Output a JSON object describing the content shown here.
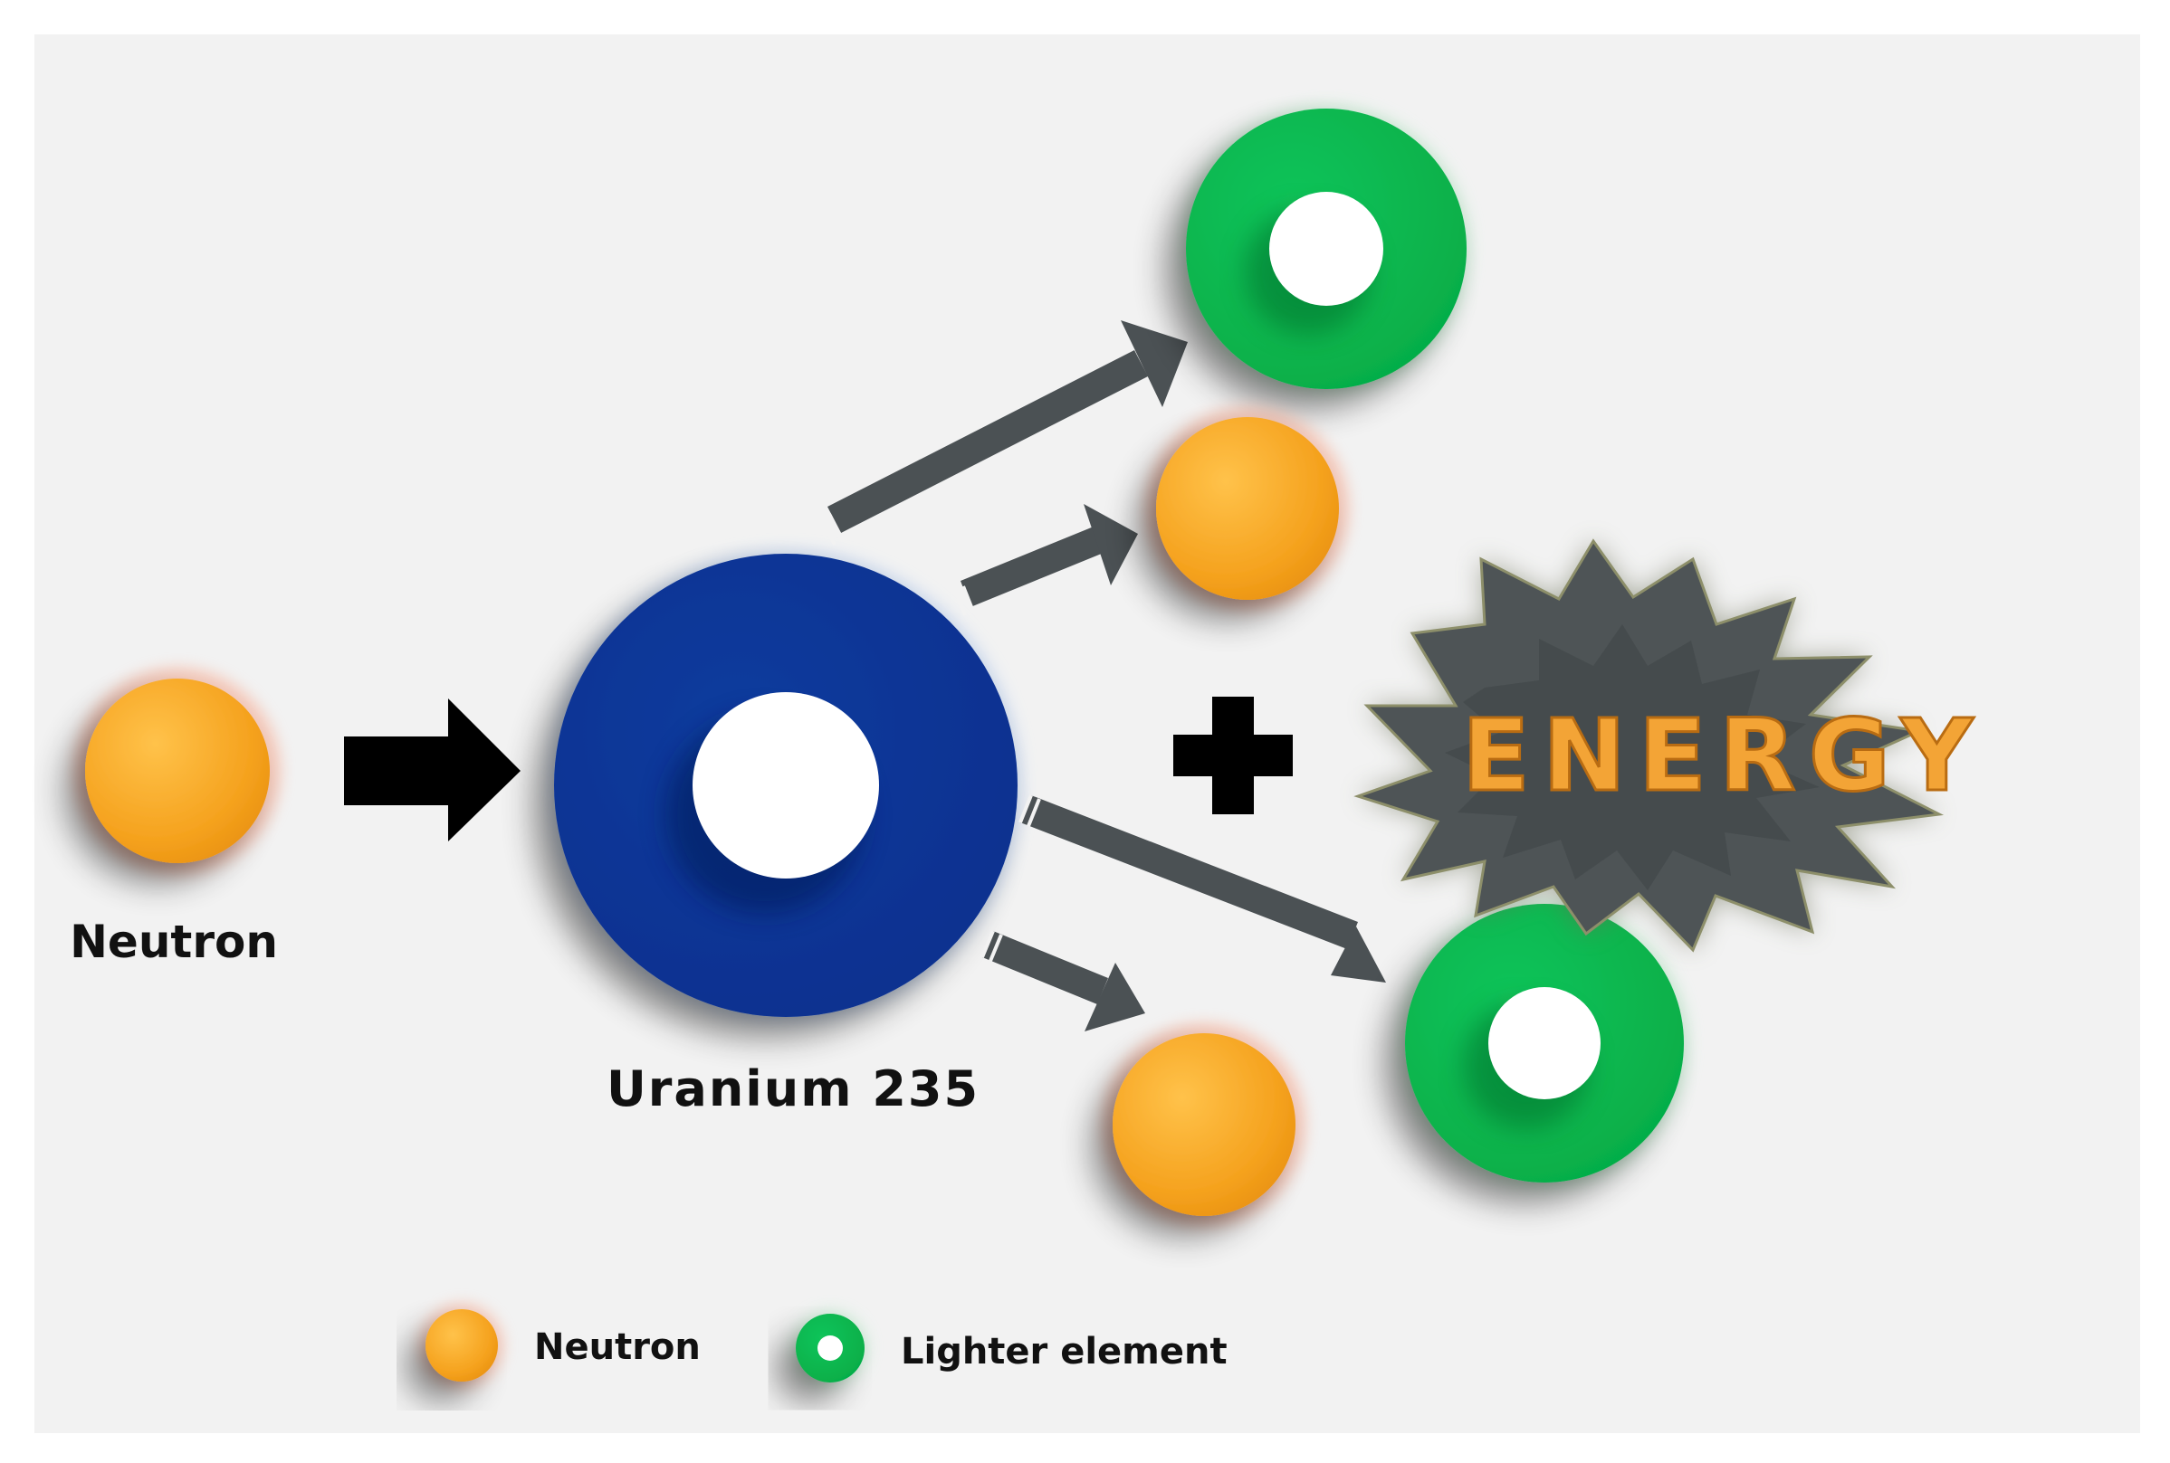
{
  "labels": {
    "neutron": "Neutron",
    "uranium": "Uranium 235",
    "energy": "ENERGY"
  },
  "legend": {
    "neutron": "Neutron",
    "lighter_element": "Lighter element"
  },
  "colors": {
    "neutron": "#F5A623",
    "uranium": "#0A3399",
    "lighter_element": "#0BB04D",
    "arrow": "#4B5154",
    "energy_text": "#F3A436",
    "burst": "#4E5456",
    "background": "#F2F2F2"
  }
}
